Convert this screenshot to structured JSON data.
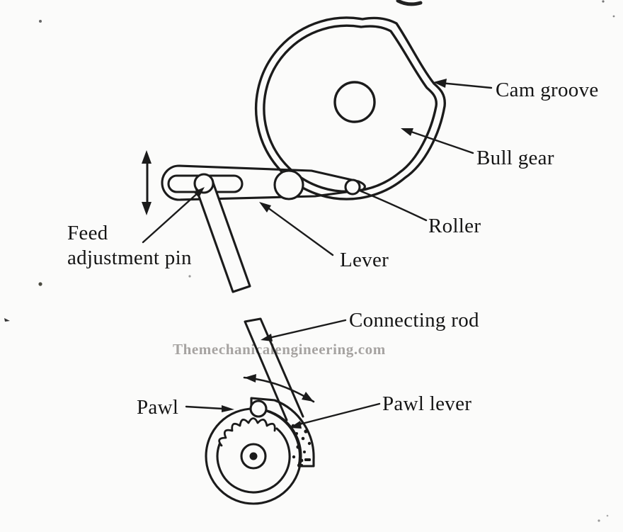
{
  "figure": {
    "title_hint": "Crank shaper feed mechanism line diagram",
    "labels": {
      "cam_groove": "Cam groove",
      "bull_gear": "Bull gear",
      "roller": "Roller",
      "lever": "Lever",
      "feed_adjustment_pin": "Feed\nadjustment pin",
      "connecting_rod": "Connecting rod",
      "pawl": "Pawl",
      "pawl_lever": "Pawl lever"
    },
    "watermark": "Themechanicalengineering.com",
    "colors": {
      "ink": "#1b1b1b",
      "background": "#fbfbfa",
      "watermark": "#8e8b88"
    }
  }
}
